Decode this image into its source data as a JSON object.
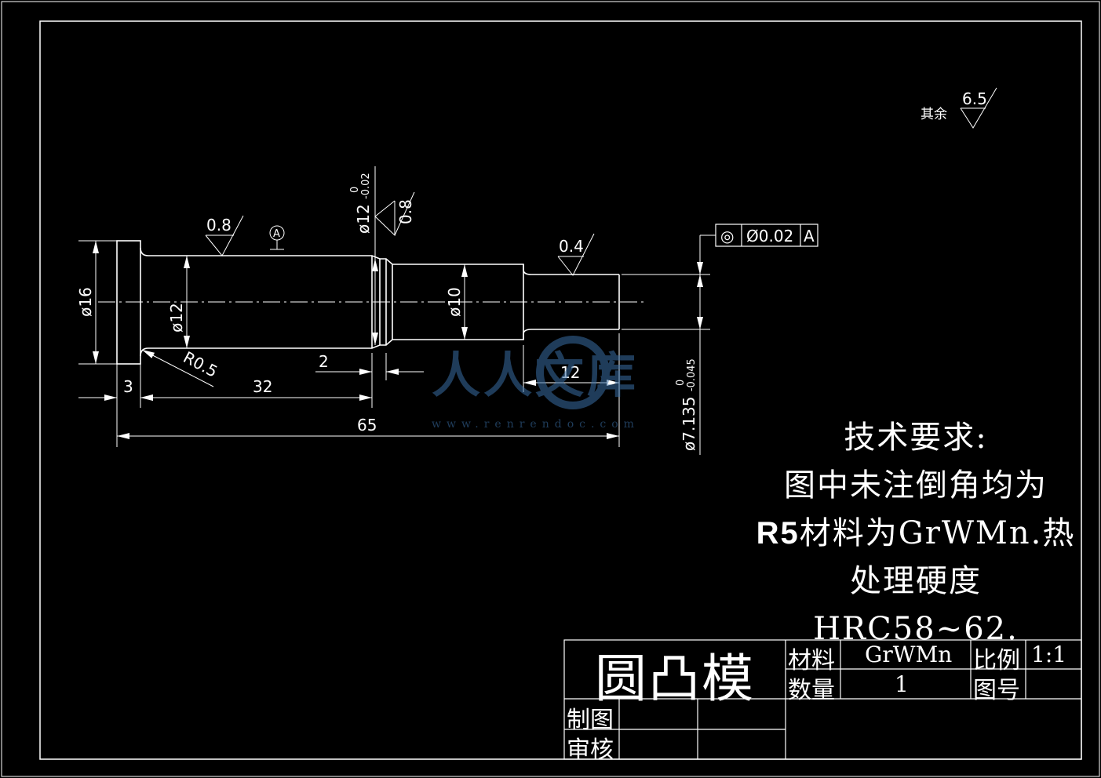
{
  "drawing": {
    "dimensions": {
      "d16": "ø16",
      "d12": "ø12",
      "d10": "ø10",
      "d12_tol": "ø12",
      "d12_tol_upper": "0",
      "d12_tol_lower": "-0.02",
      "d7_tol": "ø7.135",
      "d7_tol_upper": "0",
      "d7_tol_lower": "-0.045",
      "len3": "3",
      "len32": "32",
      "len65": "65",
      "len2": "2",
      "len12": "12",
      "radius": "R0.5"
    },
    "roughness": {
      "r1": "0.8",
      "r2": "0.8",
      "r3": "0.4",
      "rest_label": "其余",
      "rest_value": "6.5"
    },
    "datum": {
      "label": "A"
    },
    "tolerance_frame": {
      "symbol": "◎",
      "value": "Ø0.02",
      "datum": "A"
    }
  },
  "technical_requirements": {
    "title": "技术要求:",
    "line1": "图中未注倒角均为",
    "line2_bold": "R5",
    "line2_rest": "材料为GrWMn.热",
    "line3": "处理硬度HRC58~62."
  },
  "title_block": {
    "part_name": "圆凸模",
    "material_label": "材料",
    "material_value": "GrWMn",
    "scale_label": "比例",
    "scale_value": "1:1",
    "quantity_label": "数量",
    "quantity_value": "1",
    "drawing_no_label": "图号",
    "drawn_label": "制图",
    "checked_label": "审核"
  },
  "watermark": {
    "text": "人人文库",
    "url": "www.renrendoc.com"
  },
  "colors": {
    "background": "#000000",
    "lines": "#ffffff",
    "watermark": "#3a6ea5"
  }
}
